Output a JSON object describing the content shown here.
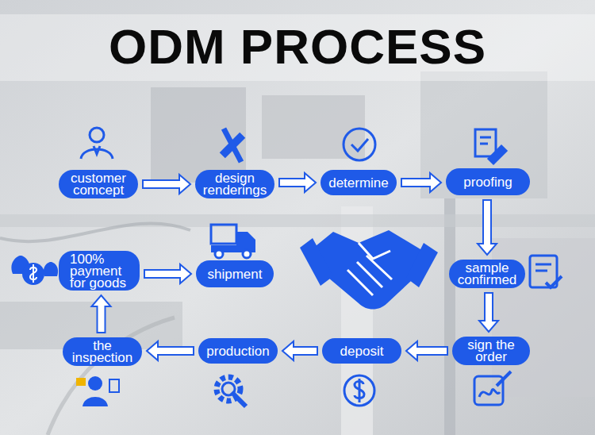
{
  "diagram": {
    "title": "ODM PROCESS",
    "nodes": [
      {
        "text": [
          "customer comcept"
        ]
      },
      {
        "text": [
          "design renderings"
        ]
      },
      {
        "text": [
          "determine"
        ]
      },
      {
        "text": [
          "proofing"
        ]
      },
      {
        "text": [
          "sample confirmed"
        ]
      },
      {
        "text": [
          "sign the order"
        ]
      },
      {
        "text": [
          "deposit"
        ]
      },
      {
        "text": [
          "production"
        ]
      },
      {
        "text": [
          "the inspection"
        ]
      },
      {
        "text": [
          "100% payment for goods"
        ]
      },
      {
        "text": [
          "shipment"
        ]
      }
    ],
    "edges": [
      {
        "from": 0,
        "to": 1,
        "arrow": "to"
      },
      {
        "from": 1,
        "to": 2,
        "arrow": "to"
      },
      {
        "from": 2,
        "to": 3,
        "arrow": "to"
      },
      {
        "from": 3,
        "to": 4,
        "arrow": "to"
      },
      {
        "from": 4,
        "to": 5,
        "arrow": "to"
      },
      {
        "from": 5,
        "to": 6,
        "arrow": "to"
      },
      {
        "from": 6,
        "to": 7,
        "arrow": "to"
      },
      {
        "from": 7,
        "to": 8,
        "arrow": "to"
      },
      {
        "from": 8,
        "to": 9,
        "arrow": "to"
      },
      {
        "from": 9,
        "to": 10,
        "arrow": "to"
      }
    ]
  }
}
